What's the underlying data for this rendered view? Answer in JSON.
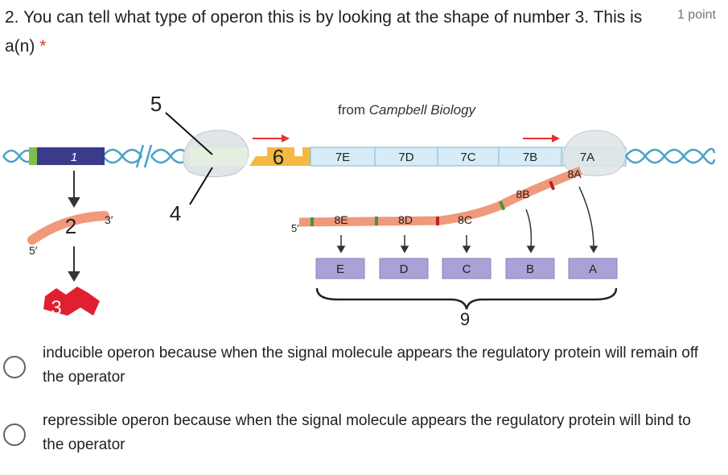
{
  "question": {
    "text": "2. You can tell what type of operon this is by looking at the shape of number 3. This is a(n)",
    "required_mark": "*",
    "points": "1 point"
  },
  "figure": {
    "caption_prefix": "from ",
    "caption_italic": "Campbell Biology",
    "labels": {
      "n1": "1",
      "n2": "2",
      "n3": "3",
      "n4": "4",
      "n5": "5",
      "n6": "6",
      "n9": "9",
      "five_prime_left": "5′",
      "three_prime": "3′",
      "five_prime_mrna": "5′"
    },
    "genes": [
      "7E",
      "7D",
      "7C",
      "7B",
      "7A"
    ],
    "mrna_segments": [
      "8E",
      "8D",
      "8C",
      "8B",
      "8A"
    ],
    "proteins": [
      "E",
      "D",
      "C",
      "B",
      "A"
    ],
    "colors": {
      "dna_blue": "#4aa3c8",
      "gene1": "#3b3b8c",
      "gene_box": "#d6ecf7",
      "operator": "#f4b942",
      "mrna": "#f0997b",
      "protein_box": "#a9a2d6",
      "repressor": "#e02030",
      "polymerase": "#e0e6e8",
      "arrow_red": "#e63232"
    }
  },
  "options": [
    {
      "label": "inducible operon because when the signal molecule appears the regulatory protein will remain off the operator"
    },
    {
      "label": "repressible operon because when the signal molecule appears the regulatory protein will bind to the operator"
    }
  ]
}
